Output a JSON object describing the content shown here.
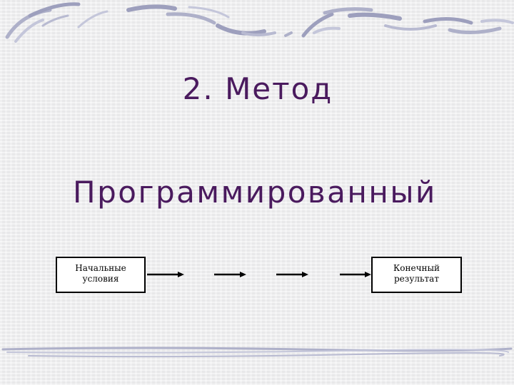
{
  "slide": {
    "title": "2. Метод",
    "subtitle": "Программированный"
  },
  "diagram": {
    "start_box": {
      "line1": "Начальные",
      "line2": "условия"
    },
    "end_box": {
      "line1": "Конечный",
      "line2": "результат"
    },
    "arrow_count": 4
  },
  "colors": {
    "title": "#4a1a5e",
    "background": "#efeff0",
    "decor_stroke": "#b4b6ce",
    "decor_stroke_dark": "#9d9fbd"
  }
}
